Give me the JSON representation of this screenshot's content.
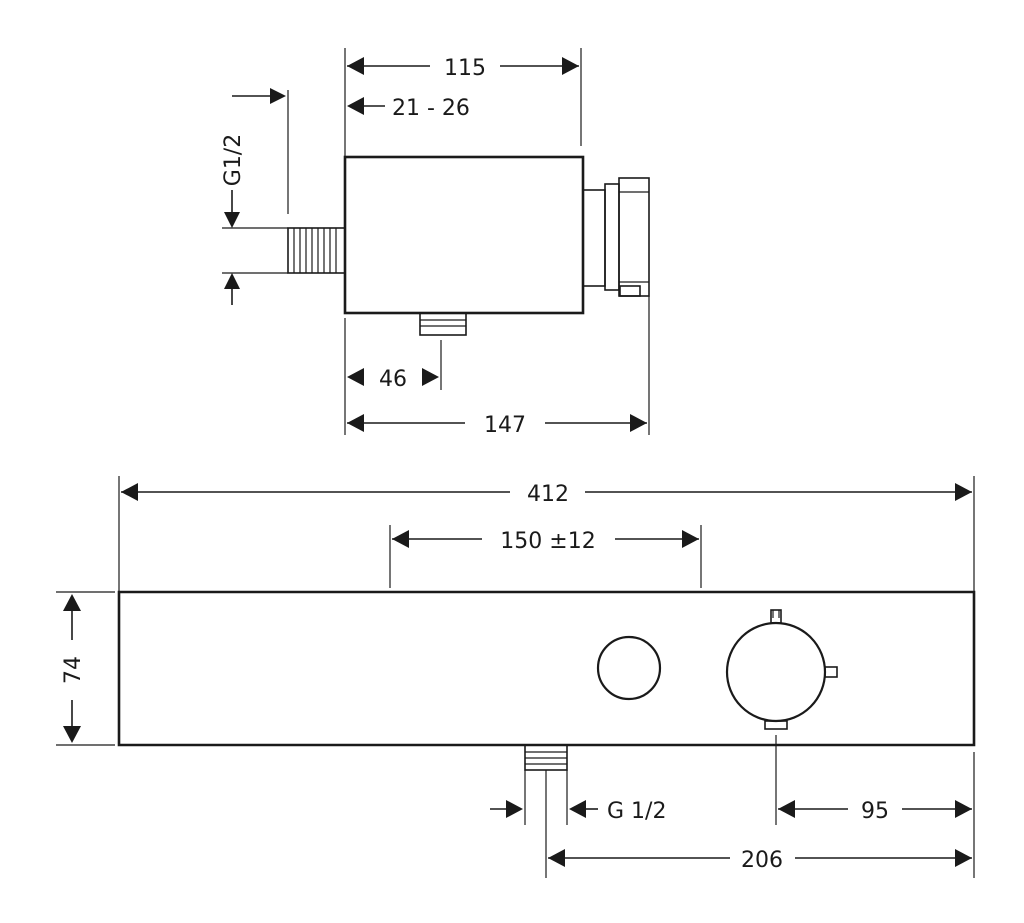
{
  "side_view": {
    "dim_overall_depth": "115",
    "dim_wall_range": "21 - 26",
    "dim_thread": "G1/2",
    "dim_outlet_offset": "46",
    "dim_total_depth": "147"
  },
  "front_view": {
    "dim_width": "412",
    "dim_center_distance": "150 ±12",
    "dim_height": "74",
    "dim_thread": "G 1/2",
    "dim_knob_offset": "95",
    "dim_outlet_to_edge": "206"
  }
}
